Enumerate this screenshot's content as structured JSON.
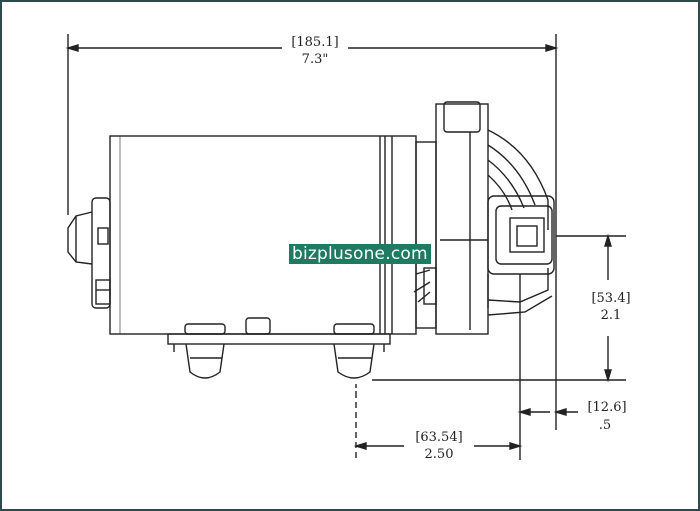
{
  "dimensions": {
    "length": {
      "mm": "[185.1]",
      "inch": "7.3\""
    },
    "height": {
      "mm": "[53.4]",
      "inch": "2.1"
    },
    "outlet_offset": {
      "mm": "[12.6]",
      "inch": ".5"
    },
    "mount_spacing": {
      "mm": "[63.54]",
      "inch": "2.50"
    }
  },
  "watermark": "bizplusone.com"
}
